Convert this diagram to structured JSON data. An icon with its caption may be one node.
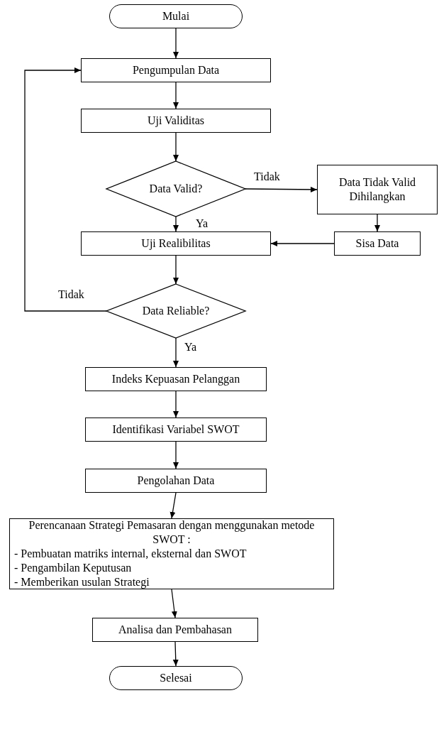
{
  "diagram": {
    "nodes": [
      {
        "text": [
          "Mulai"
        ]
      },
      {
        "text": [
          "Pengumpulan Data"
        ]
      },
      {
        "text": [
          "Uji Validitas"
        ]
      },
      {
        "text": [
          "Data Valid?"
        ]
      },
      {
        "text": [
          "Data Tidak Valid Dihilangkan"
        ]
      },
      {
        "text": [
          "Uji Realibilitas"
        ]
      },
      {
        "text": [
          "Sisa Data"
        ]
      },
      {
        "text": [
          "Data Reliable?"
        ]
      },
      {
        "text": [
          "Indeks Kepuasan Pelanggan"
        ]
      },
      {
        "text": [
          "Identifikasi Variabel SWOT"
        ]
      },
      {
        "text": [
          "Pengolahan Data"
        ]
      },
      {
        "text": [
          "Perencanaan Strategi Pemasaran dengan menggunakan metode SWOT :",
          "- Pembuatan matriks internal, eksternal dan SWOT",
          "- Pengambilan Keputusan",
          "- Memberikan usulan Strategi"
        ]
      },
      {
        "text": [
          "Analisa dan Pembahasan"
        ]
      },
      {
        "text": [
          "Selesai"
        ]
      }
    ],
    "edges": [
      {
        "from": 0,
        "to": 1,
        "arrow": "to"
      },
      {
        "from": 1,
        "to": 2,
        "arrow": "to"
      },
      {
        "from": 2,
        "to": 3,
        "arrow": "to"
      },
      {
        "from": 3,
        "to": 4,
        "arrow": "to",
        "label": "Tidak"
      },
      {
        "from": 4,
        "to": 6,
        "arrow": "to"
      },
      {
        "from": 6,
        "to": 5,
        "arrow": "to"
      },
      {
        "from": 3,
        "to": 5,
        "arrow": "to",
        "label": "Ya"
      },
      {
        "from": 5,
        "to": 7,
        "arrow": "to"
      },
      {
        "from": 7,
        "to": 1,
        "arrow": "to",
        "label": "Tidak"
      },
      {
        "from": 7,
        "to": 8,
        "arrow": "to",
        "label": "Ya"
      },
      {
        "from": 8,
        "to": 9,
        "arrow": "to"
      },
      {
        "from": 9,
        "to": 10,
        "arrow": "to"
      },
      {
        "from": 10,
        "to": 11,
        "arrow": "to"
      },
      {
        "from": 11,
        "to": 12,
        "arrow": "to"
      },
      {
        "from": 12,
        "to": 13,
        "arrow": "to"
      }
    ]
  }
}
